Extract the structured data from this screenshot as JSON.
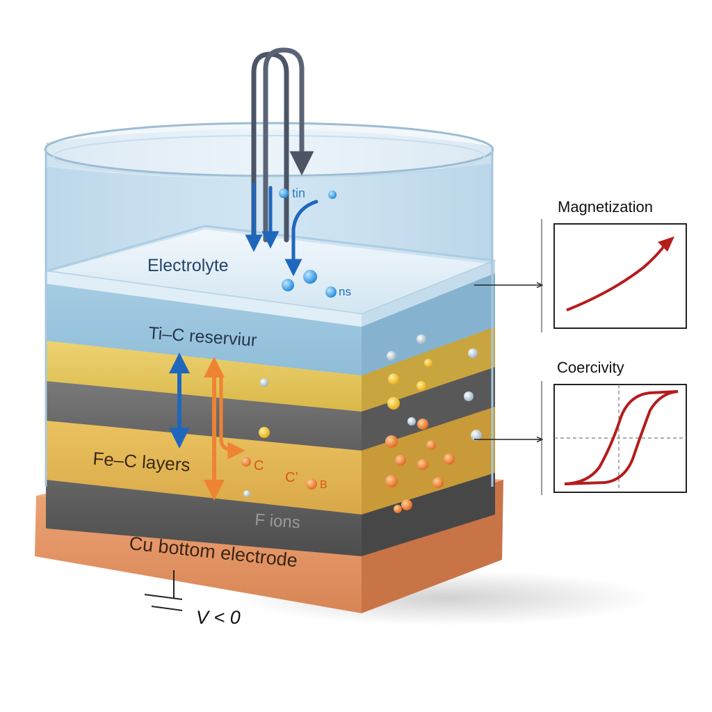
{
  "labels": {
    "electrolyte": "Electrolyte",
    "reservoir": "Ti–C reserviur",
    "layers": "Fe–C layers",
    "ions": "F ions",
    "electrode": "Cu bottom electrode",
    "voltage": "V < 0",
    "ion_top": "tin",
    "ion_mid": "ns",
    "ion_orange_1": "C",
    "ion_orange_2": "C’",
    "ion_orange_3": "B"
  },
  "insets": {
    "magnetization_title": "Magnetization",
    "coercivity_title": "Coercivity"
  },
  "colors": {
    "electrolyte": "#cfe4f1",
    "reservoir": "#a9cfe4",
    "yellow_layer": "#e8cc5e",
    "gray_layer": "#6f6f6f",
    "dark_layer": "#575757",
    "copper": "#e39667",
    "blue_arrow": "#1f67bd",
    "orange_arrow": "#ee8334",
    "curve": "#b51c1c"
  }
}
